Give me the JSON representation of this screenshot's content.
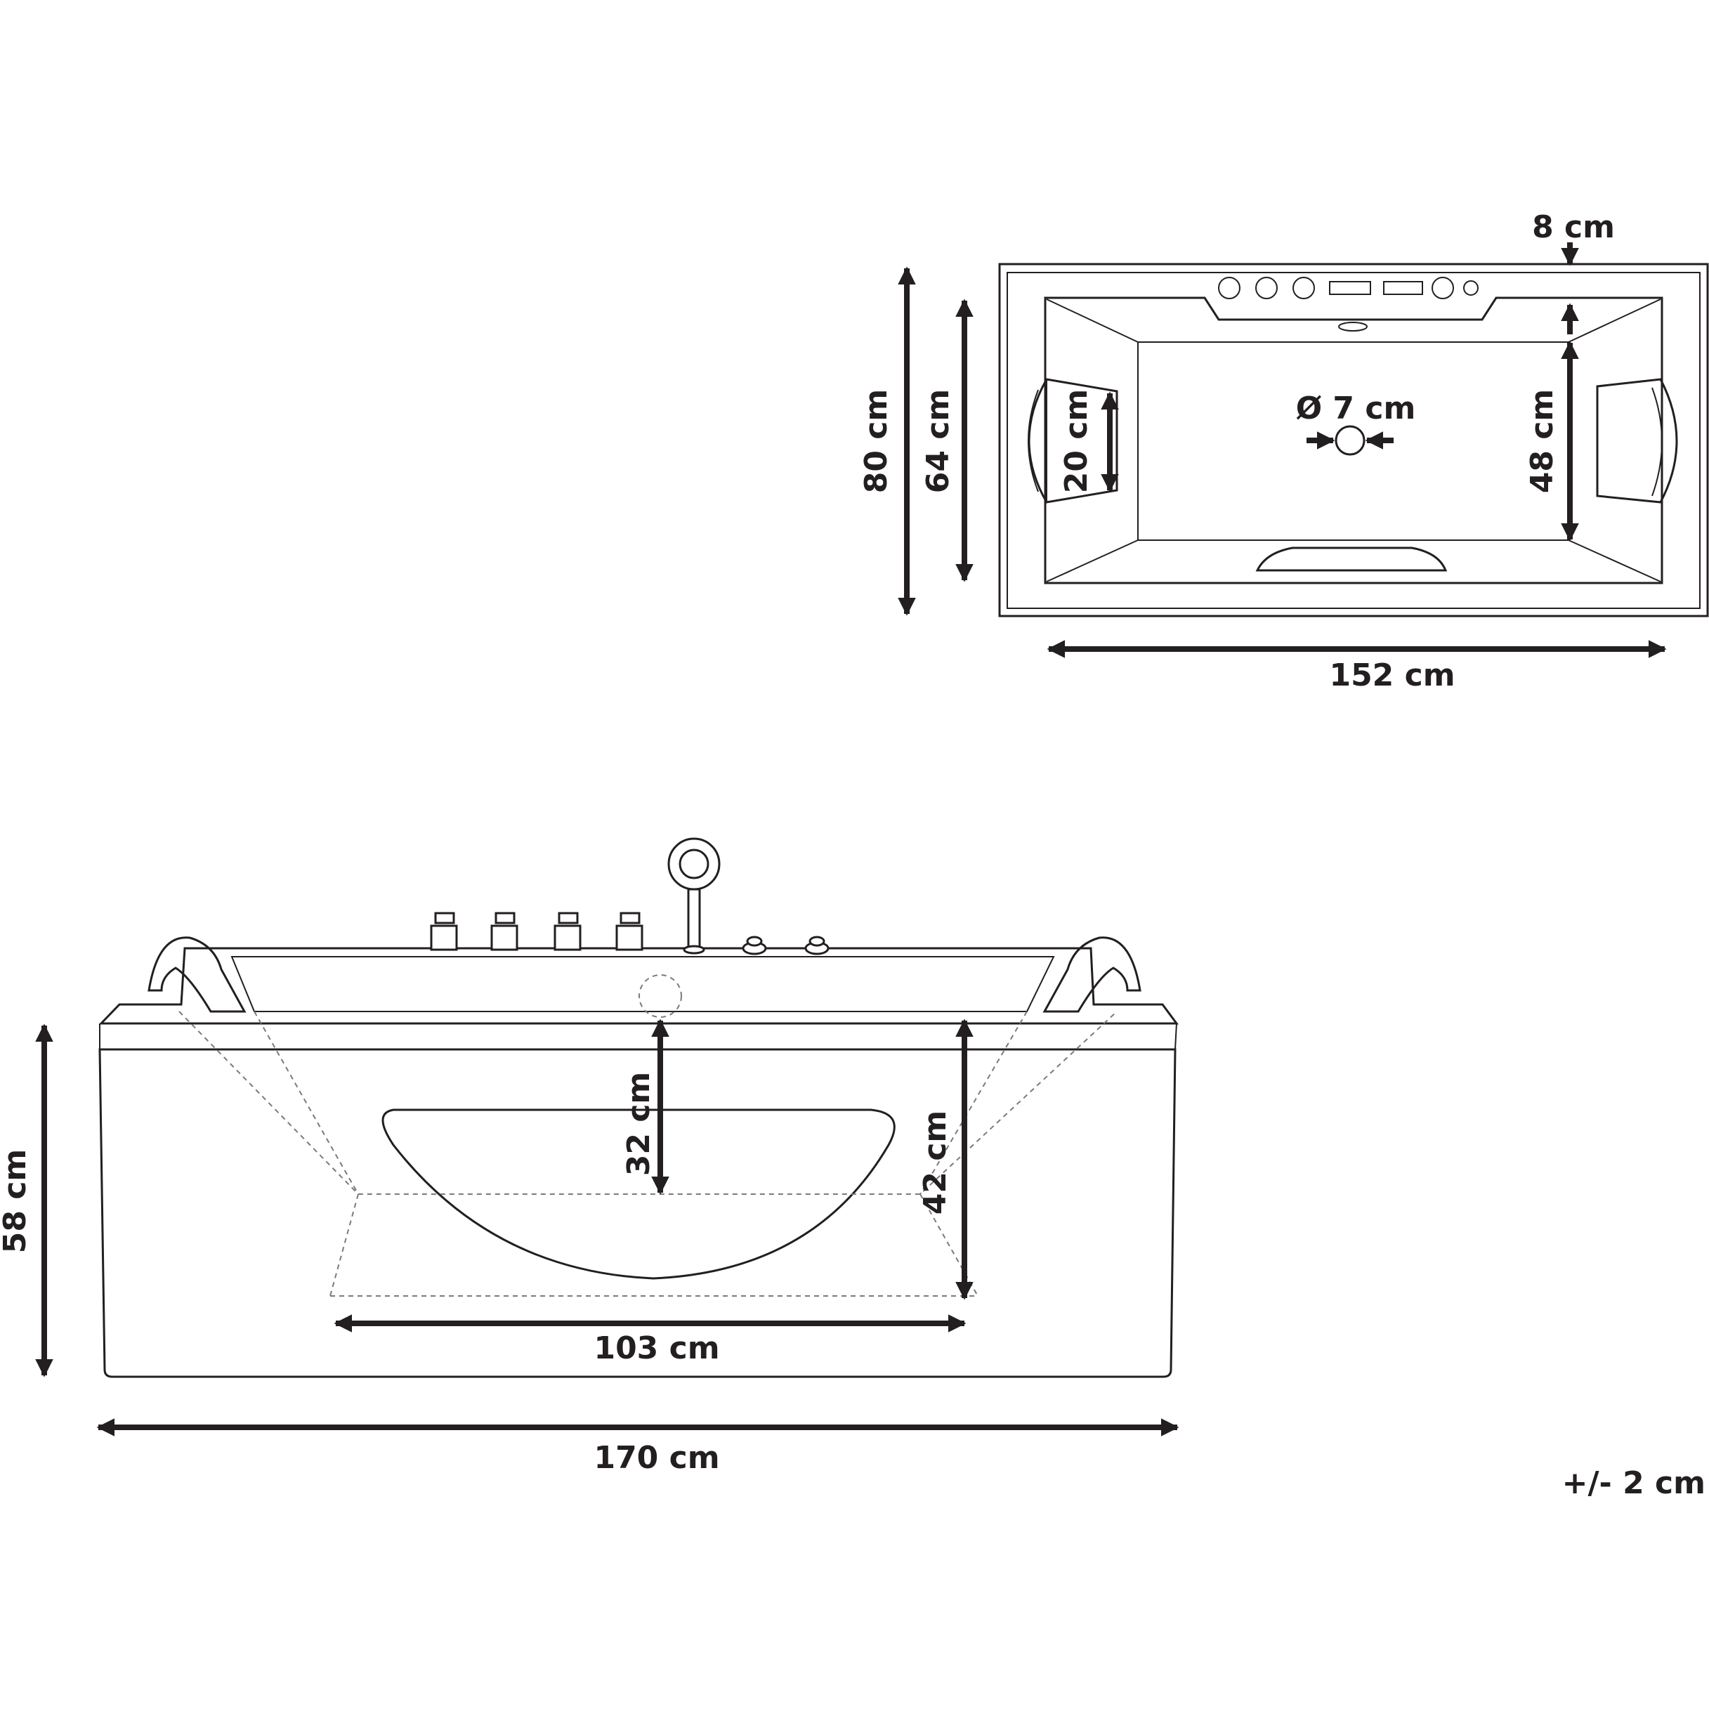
{
  "top_view": {
    "rim_width": "8 cm",
    "total_depth": "80 cm",
    "inner_depth": "64 cm",
    "headrest_length": "20 cm",
    "drain_diameter": "Ø 7 cm",
    "floor_depth": "48 cm",
    "inner_length": "152 cm"
  },
  "front_view": {
    "total_height": "58 cm",
    "shallow_depth": "32 cm",
    "water_depth": "42 cm",
    "floor_length": "103 cm",
    "total_length": "170 cm"
  },
  "tolerance": "+/- 2 cm"
}
